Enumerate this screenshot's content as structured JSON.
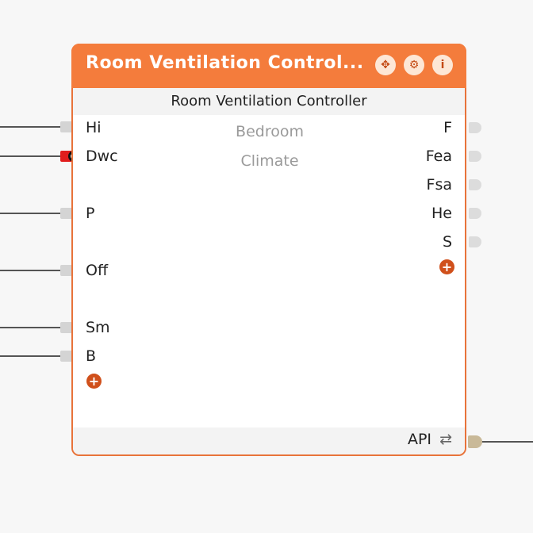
{
  "node": {
    "header_title": "Room  Ventilation  Control...",
    "subtitle": "Room Ventilation Controller",
    "center_lines": [
      "Bedroom",
      "Climate"
    ],
    "header_icons": [
      "move-icon",
      "settings-icon",
      "info-icon"
    ],
    "inputs": [
      "Hi",
      "Dwc",
      "P",
      "Off",
      "Sm",
      "B"
    ],
    "outputs": [
      "F",
      "Fea",
      "Fsa",
      "He",
      "S"
    ],
    "api_label": "API",
    "api_icon": "⇄",
    "add_icon": "+"
  },
  "colors": {
    "header": "#f47c3c",
    "border": "#e8733a",
    "active_port": "#e11d1d",
    "add_button": "#d0501b"
  }
}
